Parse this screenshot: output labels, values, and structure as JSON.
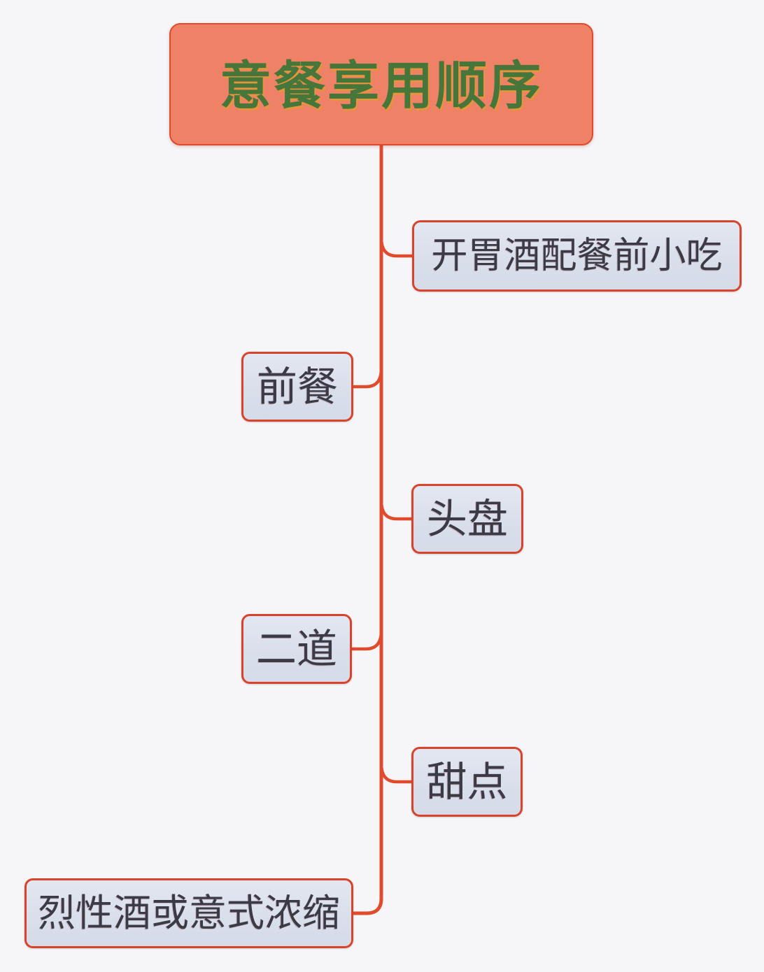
{
  "diagram": {
    "type": "mindmap",
    "root": {
      "label": "意餐享用顺序"
    },
    "nodes": [
      {
        "label": "开胃酒配餐前小吃",
        "side": "right",
        "order": 1
      },
      {
        "label": "前餐",
        "side": "left",
        "order": 2
      },
      {
        "label": "头盘",
        "side": "right",
        "order": 3
      },
      {
        "label": "二道",
        "side": "left",
        "order": 4
      },
      {
        "label": "甜点",
        "side": "right",
        "order": 5
      },
      {
        "label": "烈性酒或意式浓缩",
        "side": "left",
        "order": 6
      }
    ],
    "colors": {
      "background": "#f6f5f7",
      "root_fill": "#ef8166",
      "root_border": "#dc4c2c",
      "root_text": "#47763a",
      "connector": "#e04b2d",
      "child_fill": "#dce1ec",
      "child_border": "#d8432b",
      "child_text": "#3b3b45"
    }
  }
}
